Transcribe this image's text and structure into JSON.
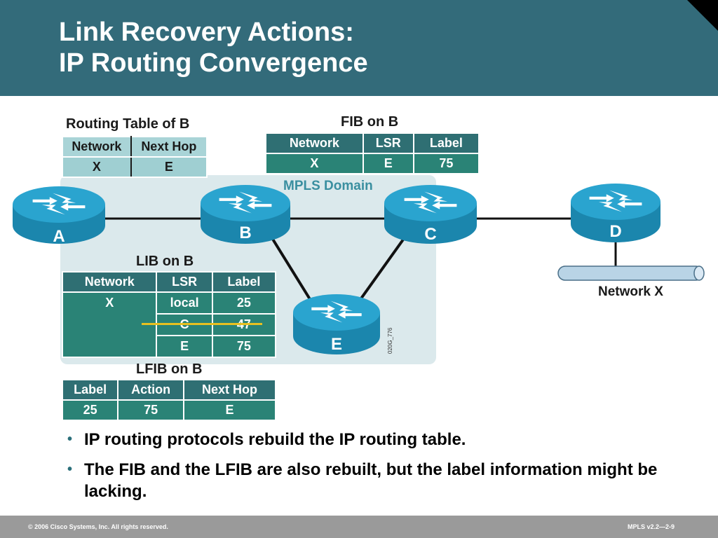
{
  "title": {
    "line1": "Link Recovery Actions:",
    "line2": "IP Routing Convergence"
  },
  "routing_table": {
    "caption": "Routing Table of B",
    "headers": [
      "Network",
      "Next Hop"
    ],
    "rows": [
      [
        "X",
        "E"
      ]
    ]
  },
  "fib": {
    "caption": "FIB on B",
    "headers": [
      "Network",
      "LSR",
      "Label"
    ],
    "rows": [
      [
        "X",
        "E",
        "75"
      ]
    ]
  },
  "lib": {
    "caption": "LIB on B",
    "headers": [
      "Network",
      "LSR",
      "Label"
    ],
    "network": "X",
    "rows": [
      [
        "local",
        "25"
      ],
      [
        "C",
        "47"
      ],
      [
        "E",
        "75"
      ]
    ],
    "struck_row": "C"
  },
  "lfib": {
    "caption": "LFIB on B",
    "headers": [
      "Label",
      "Action",
      "Next Hop"
    ],
    "rows": [
      [
        "25",
        "75",
        "E"
      ]
    ]
  },
  "diagram": {
    "domain_label": "MPLS Domain",
    "routers": [
      "A",
      "B",
      "C",
      "D",
      "E"
    ],
    "network_label": "Network X",
    "figure_id": "020G_776",
    "colors": {
      "router": "#1f8fb8",
      "router_top": "#2ba3cc",
      "domain": "#dbe9ec",
      "strike": "#e8c020"
    }
  },
  "bullets": [
    "IP routing protocols rebuild the IP routing table.",
    "The FIB and the LFIB are also rebuilt, but the label information might be lacking."
  ],
  "footer": {
    "copyright": "© 2006 Cisco Systems, Inc. All rights reserved.",
    "code": "MPLS v2.2—2-9"
  }
}
